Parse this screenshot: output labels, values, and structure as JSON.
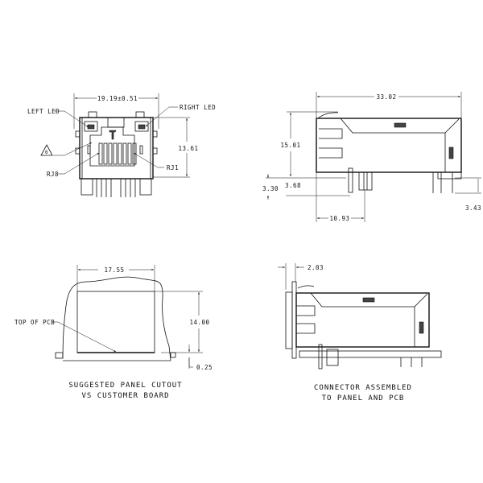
{
  "front_view": {
    "width_dim": "19.19±0.51",
    "height_dim": "13.61",
    "left_led": "LEFT LED",
    "right_led": "RIGHT LED",
    "note_flag": "6",
    "pin_rj8": "RJ8",
    "pin_rj1": "RJ1"
  },
  "side_view": {
    "length_dim": "33.02",
    "height_dim": "15.01",
    "post_dim": "3.30",
    "offset_dim": "3.68",
    "front_to_post_dim": "10.93",
    "pin_dim": "3.43"
  },
  "panel_cutout": {
    "width_dim": "17.55",
    "height_dim": "14.00",
    "gap_dim": "0.25",
    "pcb_label": "TOP OF PCB",
    "caption_line1": "SUGGESTED PANEL CUTOUT",
    "caption_line2": "VS CUSTOMER BOARD"
  },
  "assembled_view": {
    "panel_dim": "2.03",
    "caption_line1": "CONNECTOR ASSEMBLED",
    "caption_line2": "TO PANEL AND PCB"
  }
}
